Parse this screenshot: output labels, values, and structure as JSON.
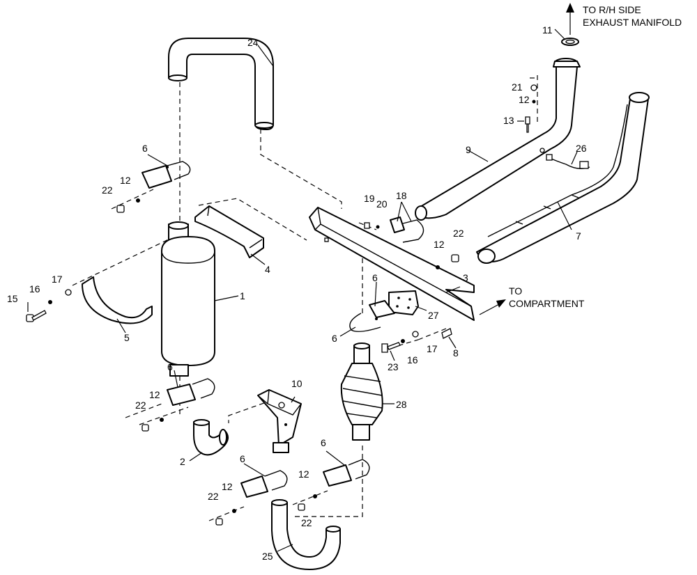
{
  "callouts": {
    "rh_manifold_line1": "TO R/H SIDE",
    "rh_manifold_line2": "EXHAUST MANIFOLD",
    "compartment_line1": "TO",
    "compartment_line2": "COMPARTMENT"
  },
  "labels": {
    "p1": "1",
    "p2": "2",
    "p3": "3",
    "p4": "4",
    "p5": "5",
    "p6a": "6",
    "p6b": "6",
    "p6c": "6",
    "p6d": "6",
    "p6e": "6",
    "p6f": "6",
    "p7": "7",
    "p8": "8",
    "p9": "9",
    "p10": "10",
    "p11": "11",
    "p12a": "12",
    "p12b": "12",
    "p12c": "12",
    "p12d": "12",
    "p12e": "12",
    "p12f": "12",
    "p13": "13",
    "p15": "15",
    "p16a": "16",
    "p16b": "16",
    "p17a": "17",
    "p17b": "17",
    "p18": "18",
    "p19": "19",
    "p20": "20",
    "p21": "21",
    "p22a": "22",
    "p22b": "22",
    "p22c": "22",
    "p22d": "22",
    "p22e": "22",
    "p23": "23",
    "p24": "24",
    "p25": "25",
    "p26": "26",
    "p27": "27",
    "p28": "28"
  }
}
